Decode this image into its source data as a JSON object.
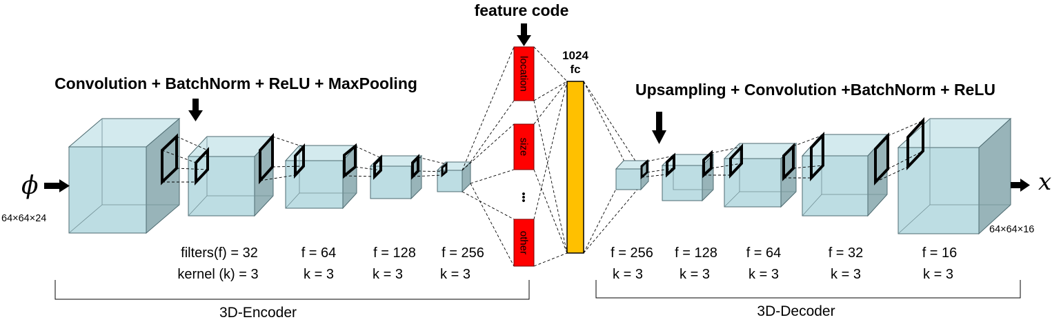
{
  "title": "feature code",
  "encoder": {
    "op_label": "Convolution + BatchNorm + ReLU + MaxPooling",
    "input_symbol": "ϕ",
    "input_size": "64×64×24",
    "layers": [
      {
        "filters": "filters(f) = 32",
        "kernel": "kernel (k) = 3"
      },
      {
        "filters": "f = 64",
        "kernel": "k = 3"
      },
      {
        "filters": "f = 128",
        "kernel": "k = 3"
      },
      {
        "filters": "f = 256",
        "kernel": "k = 3"
      }
    ],
    "bracket_label": "3D-Encoder"
  },
  "feature_code": {
    "segments": [
      "location",
      "size",
      "other"
    ],
    "ellipsis": "•••"
  },
  "fc": {
    "units": "1024",
    "label": "fc"
  },
  "decoder": {
    "op_label": "Upsampling + Convolution +BatchNorm + ReLU",
    "output_symbol": "x",
    "output_size": "64×64×16",
    "layers": [
      {
        "filters": "f = 256",
        "kernel": "k = 3"
      },
      {
        "filters": "f = 128",
        "kernel": "k = 3"
      },
      {
        "filters": "f = 64",
        "kernel": "k = 3"
      },
      {
        "filters": "f = 32",
        "kernel": "k = 3"
      },
      {
        "filters": "f = 16",
        "kernel": "k = 3"
      }
    ],
    "bracket_label": "3D-Decoder"
  },
  "colors": {
    "cube_front": "#bddde3",
    "cube_top": "#d3eaee",
    "cube_side": "#98b4b9",
    "code_block": "#ff0000",
    "fc_bar": "#ffc000"
  }
}
